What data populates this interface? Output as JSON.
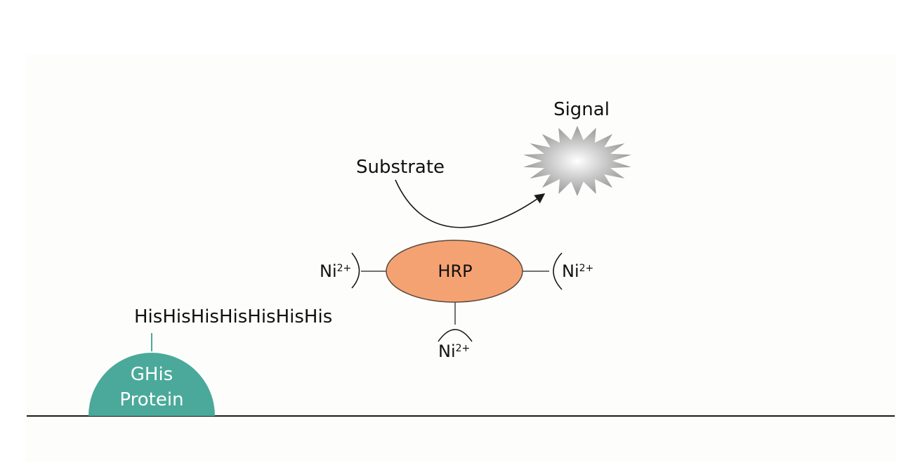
{
  "labels": {
    "signal": "Signal",
    "substrate": "Substrate",
    "hrp": "HRP",
    "ni_base": "Ni",
    "ni_charge": "2+",
    "his_tag": "HisHisHisHisHisHisHis",
    "protein_line1": "GHis",
    "protein_line2": "Protein"
  },
  "colors": {
    "hrp_fill": "#f5a272",
    "hrp_stroke": "#5a4a3e",
    "protein_fill": "#4aa99a",
    "protein_text": "#ffffff",
    "line": "#1a1a1a",
    "text": "#111111",
    "signal_light": "#ffffff",
    "signal_dark": "#8f8f8f"
  },
  "icons": {
    "signal": "starburst-icon"
  }
}
